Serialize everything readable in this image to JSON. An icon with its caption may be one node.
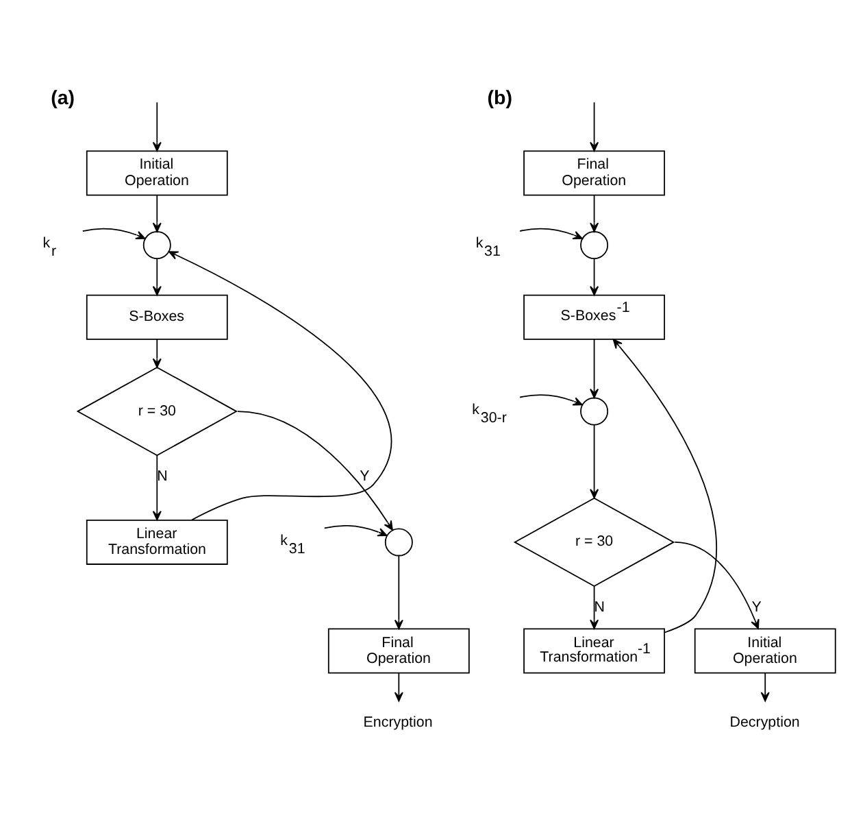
{
  "diagram": {
    "nodes": [
      {
        "text": [
          "Initial Operation"
        ]
      },
      {
        "text": [],
        "shape": "circle"
      },
      {
        "text": [
          "k$_{r}$"
        ]
      },
      {
        "text": [
          "S-Boxes"
        ]
      },
      {
        "text": [
          "r = 30"
        ]
      },
      {
        "text": [
          "Linear Transformation"
        ]
      },
      {
        "text": [],
        "shape": "circle"
      },
      {
        "text": [
          "k$_{31}$"
        ]
      },
      {
        "text": [
          "Final Operation"
        ]
      },
      {
        "text": [
          "Encryption"
        ]
      },
      {
        "text": [
          "Final Operation"
        ]
      },
      {
        "text": [],
        "shape": "circle"
      },
      {
        "text": [
          "k$_{31}$"
        ]
      },
      {
        "text": [
          "S-Boxes$^{-1}$"
        ]
      },
      {
        "text": [],
        "shape": "circle"
      },
      {
        "text": [
          "k$_{30-r}$"
        ]
      },
      {
        "text": [
          "r = 30"
        ]
      },
      {
        "text": [
          "Linear Transformation$^{-1}$"
        ]
      },
      {
        "text": [
          "Initial Operation"
        ]
      },
      {
        "text": [
          "Decryption"
        ]
      }
    ],
    "edges": [
      {
        "from": null,
        "to": 0,
        "arrow": "to"
      },
      {
        "from": 0,
        "to": 1,
        "arrow": "to"
      },
      {
        "from": 2,
        "to": 1,
        "arrow": "to"
      },
      {
        "from": 1,
        "to": 3,
        "arrow": "to"
      },
      {
        "from": 3,
        "to": 4,
        "arrow": "to"
      },
      {
        "from": 4,
        "to": 5,
        "arrow": "to",
        "label": "N"
      },
      {
        "from": 5,
        "to": 1,
        "arrow": "to"
      },
      {
        "from": 4,
        "to": 6,
        "arrow": "to",
        "label": "Y"
      },
      {
        "from": 7,
        "to": 6,
        "arrow": "to"
      },
      {
        "from": 6,
        "to": 8,
        "arrow": "to"
      },
      {
        "from": 8,
        "to": 9,
        "arrow": "to"
      },
      {
        "from": null,
        "to": 10,
        "arrow": "to"
      },
      {
        "from": 10,
        "to": 11,
        "arrow": "to"
      },
      {
        "from": 12,
        "to": 11,
        "arrow": "to"
      },
      {
        "from": 11,
        "to": 13,
        "arrow": "to"
      },
      {
        "from": 17,
        "to": 13,
        "arrow": "to"
      },
      {
        "from": 13,
        "to": 14,
        "arrow": "to"
      },
      {
        "from": 15,
        "to": 14,
        "arrow": "to"
      },
      {
        "from": 14,
        "to": 16,
        "arrow": "to"
      },
      {
        "from": 16,
        "to": 17,
        "arrow": "to",
        "label": "N"
      },
      {
        "from": 16,
        "to": 18,
        "arrow": "to",
        "label": "Y"
      },
      {
        "from": 18,
        "to": 19,
        "arrow": "to"
      }
    ],
    "labels": [
      "(a)",
      "(b)"
    ]
  }
}
